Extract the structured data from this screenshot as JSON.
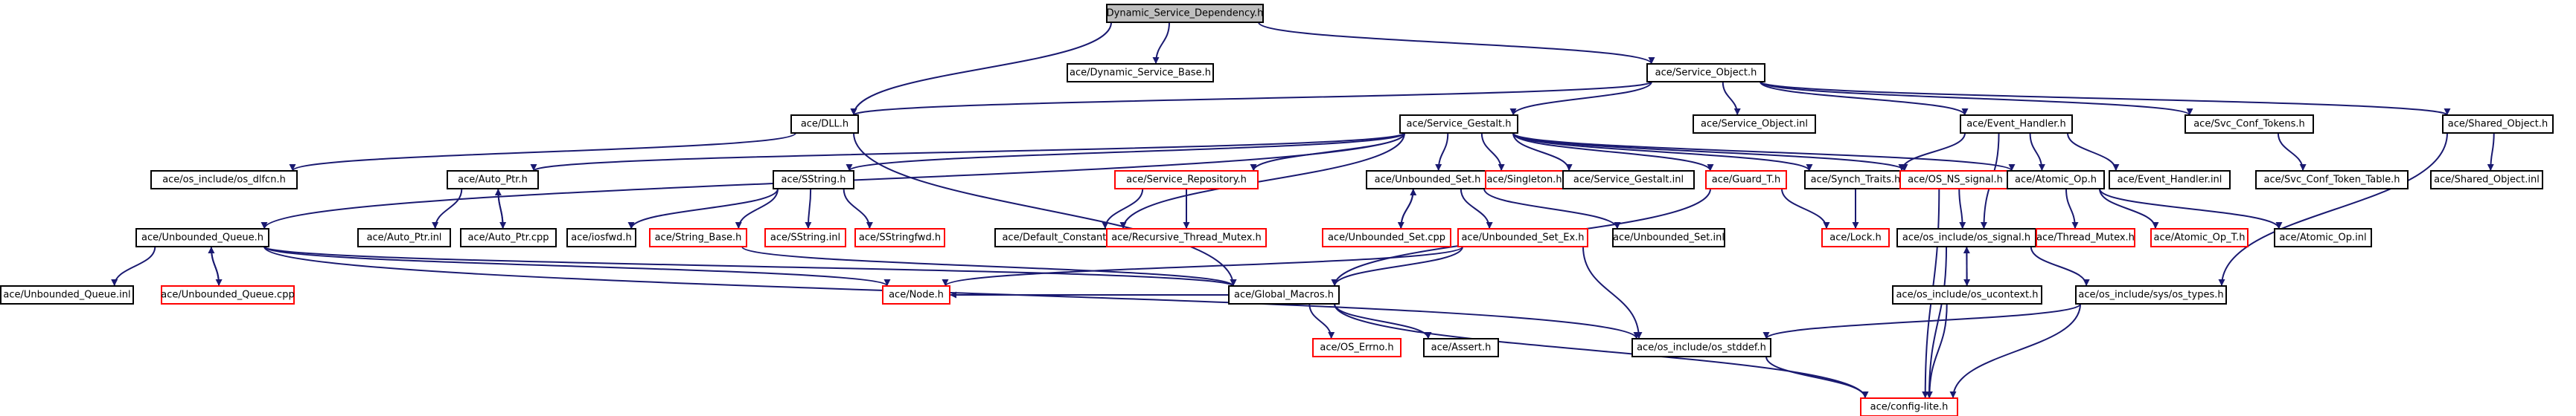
{
  "colors": {
    "edge": "#191970",
    "normal_border": "#000000",
    "missing_border": "#ff0000",
    "root_fill": "#bfbfbf"
  },
  "nodes": [
    {
      "id": "dsd",
      "label": "Dynamic_Service_Dependency.h",
      "style": "root"
    },
    {
      "id": "dsb",
      "label": "ace/Dynamic_Service_Base.h",
      "style": "black"
    },
    {
      "id": "so",
      "label": "ace/Service_Object.h",
      "style": "black"
    },
    {
      "id": "dll",
      "label": "ace/DLL.h",
      "style": "black"
    },
    {
      "id": "sg",
      "label": "ace/Service_Gestalt.h",
      "style": "black"
    },
    {
      "id": "soi",
      "label": "ace/Service_Object.inl",
      "style": "black"
    },
    {
      "id": "eh",
      "label": "ace/Event_Handler.h",
      "style": "black"
    },
    {
      "id": "sct",
      "label": "ace/Svc_Conf_Tokens.h",
      "style": "black"
    },
    {
      "id": "sho",
      "label": "ace/Shared_Object.h",
      "style": "black"
    },
    {
      "id": "dlfcn",
      "label": "ace/os_include/os_dlfcn.h",
      "style": "black"
    },
    {
      "id": "ap",
      "label": "ace/Auto_Ptr.h",
      "style": "black"
    },
    {
      "id": "ss",
      "label": "ace/SString.h",
      "style": "black"
    },
    {
      "id": "sr",
      "label": "ace/Service_Repository.h",
      "style": "red"
    },
    {
      "id": "us",
      "label": "ace/Unbounded_Set.h",
      "style": "black"
    },
    {
      "id": "sing",
      "label": "ace/Singleton.h",
      "style": "red"
    },
    {
      "id": "sgi",
      "label": "ace/Service_Gestalt.inl",
      "style": "black"
    },
    {
      "id": "gt",
      "label": "ace/Guard_T.h",
      "style": "red"
    },
    {
      "id": "st",
      "label": "ace/Synch_Traits.h",
      "style": "black"
    },
    {
      "id": "osns",
      "label": "ace/OS_NS_signal.h",
      "style": "red"
    },
    {
      "id": "aop",
      "label": "ace/Atomic_Op.h",
      "style": "black"
    },
    {
      "id": "ehi",
      "label": "ace/Event_Handler.inl",
      "style": "black"
    },
    {
      "id": "sctt",
      "label": "ace/Svc_Conf_Token_Table.h",
      "style": "black"
    },
    {
      "id": "shoi",
      "label": "ace/Shared_Object.inl",
      "style": "black"
    },
    {
      "id": "uq",
      "label": "ace/Unbounded_Queue.h",
      "style": "black"
    },
    {
      "id": "api",
      "label": "ace/Auto_Ptr.inl",
      "style": "black"
    },
    {
      "id": "apc",
      "label": "ace/Auto_Ptr.cpp",
      "style": "black"
    },
    {
      "id": "iosfwd",
      "label": "ace/iosfwd.h",
      "style": "black"
    },
    {
      "id": "sb",
      "label": "ace/String_Base.h",
      "style": "red"
    },
    {
      "id": "ssi",
      "label": "ace/SString.inl",
      "style": "red"
    },
    {
      "id": "ssf",
      "label": "ace/SStringfwd.h",
      "style": "red"
    },
    {
      "id": "dc",
      "label": "ace/Default_Constants.h",
      "style": "black"
    },
    {
      "id": "rtm",
      "label": "ace/Recursive_Thread_Mutex.h",
      "style": "red"
    },
    {
      "id": "usc",
      "label": "ace/Unbounded_Set.cpp",
      "style": "red"
    },
    {
      "id": "usex",
      "label": "ace/Unbounded_Set_Ex.h",
      "style": "red"
    },
    {
      "id": "usi",
      "label": "ace/Unbounded_Set.inl",
      "style": "black"
    },
    {
      "id": "lock",
      "label": "ace/Lock.h",
      "style": "red"
    },
    {
      "id": "ossig",
      "label": "ace/os_include/os_signal.h",
      "style": "black"
    },
    {
      "id": "tm",
      "label": "ace/Thread_Mutex.h",
      "style": "red"
    },
    {
      "id": "aopt",
      "label": "ace/Atomic_Op_T.h",
      "style": "red"
    },
    {
      "id": "aopi",
      "label": "ace/Atomic_Op.inl",
      "style": "black"
    },
    {
      "id": "uqi",
      "label": "ace/Unbounded_Queue.inl",
      "style": "black"
    },
    {
      "id": "uqc",
      "label": "ace/Unbounded_Queue.cpp",
      "style": "red"
    },
    {
      "id": "node",
      "label": "ace/Node.h",
      "style": "red"
    },
    {
      "id": "gm",
      "label": "ace/Global_Macros.h",
      "style": "black"
    },
    {
      "id": "osuc",
      "label": "ace/os_include/os_ucontext.h",
      "style": "black"
    },
    {
      "id": "ostypes",
      "label": "ace/os_include/sys/os_types.h",
      "style": "black"
    },
    {
      "id": "ose",
      "label": "ace/OS_Errno.h",
      "style": "red"
    },
    {
      "id": "assert",
      "label": "ace/Assert.h",
      "style": "black"
    },
    {
      "id": "stddef",
      "label": "ace/os_include/os_stddef.h",
      "style": "black"
    },
    {
      "id": "cl",
      "label": "ace/config-lite.h",
      "style": "red"
    }
  ],
  "edges": [
    [
      "dsd",
      "dsb"
    ],
    [
      "dsd",
      "so"
    ],
    [
      "dsd",
      "dll"
    ],
    [
      "so",
      "dll"
    ],
    [
      "so",
      "sg"
    ],
    [
      "so",
      "soi"
    ],
    [
      "so",
      "eh"
    ],
    [
      "so",
      "sct"
    ],
    [
      "so",
      "sho"
    ],
    [
      "dll",
      "dlfcn"
    ],
    [
      "dll",
      "gm"
    ],
    [
      "sg",
      "uq"
    ],
    [
      "sg",
      "ap"
    ],
    [
      "sg",
      "ss"
    ],
    [
      "sg",
      "sr"
    ],
    [
      "sg",
      "us"
    ],
    [
      "sg",
      "sing"
    ],
    [
      "sg",
      "sgi"
    ],
    [
      "sg",
      "gt"
    ],
    [
      "sg",
      "st"
    ],
    [
      "sg",
      "osns"
    ],
    [
      "sg",
      "aop"
    ],
    [
      "sg",
      "dc"
    ],
    [
      "eh",
      "aop"
    ],
    [
      "eh",
      "ehi"
    ],
    [
      "eh",
      "ossig"
    ],
    [
      "eh",
      "st"
    ],
    [
      "sct",
      "sctt"
    ],
    [
      "sho",
      "shoi"
    ],
    [
      "sho",
      "ostypes"
    ],
    [
      "ap",
      "api"
    ],
    [
      "ap",
      "apc"
    ],
    [
      "apc",
      "ap"
    ],
    [
      "ss",
      "iosfwd"
    ],
    [
      "ss",
      "sb"
    ],
    [
      "ss",
      "ssi"
    ],
    [
      "ss",
      "ssf"
    ],
    [
      "sb",
      "gm"
    ],
    [
      "sr",
      "dc"
    ],
    [
      "sr",
      "rtm"
    ],
    [
      "us",
      "usc"
    ],
    [
      "usc",
      "us"
    ],
    [
      "us",
      "usex"
    ],
    [
      "us",
      "usi"
    ],
    [
      "usex",
      "node"
    ],
    [
      "usex",
      "gm"
    ],
    [
      "usex",
      "stddef"
    ],
    [
      "gt",
      "lock"
    ],
    [
      "gt",
      "gm"
    ],
    [
      "st",
      "lock"
    ],
    [
      "osns",
      "ossig"
    ],
    [
      "osns",
      "cl"
    ],
    [
      "aop",
      "tm"
    ],
    [
      "aop",
      "aopt"
    ],
    [
      "aop",
      "aopi"
    ],
    [
      "uq",
      "uqi"
    ],
    [
      "uq",
      "uqc"
    ],
    [
      "uqc",
      "uq"
    ],
    [
      "uq",
      "node"
    ],
    [
      "uq",
      "gm"
    ],
    [
      "uq",
      "stddef"
    ],
    [
      "ossig",
      "osuc"
    ],
    [
      "osuc",
      "ossig"
    ],
    [
      "ossig",
      "ostypes"
    ],
    [
      "ossig",
      "cl"
    ],
    [
      "osuc",
      "cl"
    ],
    [
      "ostypes",
      "stddef"
    ],
    [
      "ostypes",
      "cl"
    ],
    [
      "gm",
      "ose"
    ],
    [
      "gm",
      "assert"
    ],
    [
      "gm",
      "cl"
    ],
    [
      "gm",
      "node"
    ],
    [
      "stddef",
      "cl"
    ]
  ]
}
